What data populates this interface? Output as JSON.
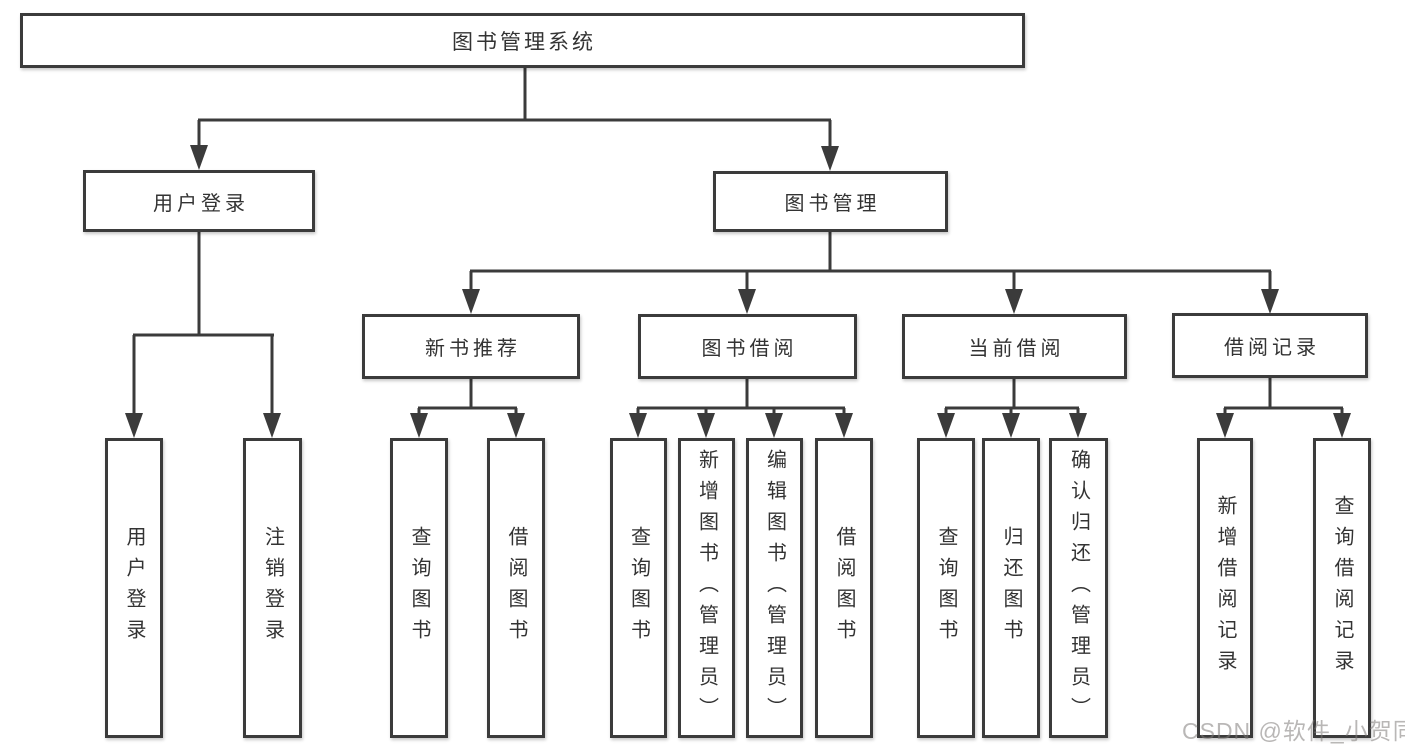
{
  "diagram": {
    "root": {
      "label": "图书管理系统"
    },
    "level2": [
      {
        "label": "用户登录"
      },
      {
        "label": "图书管理"
      }
    ],
    "level3": [
      {
        "label": "新书推荐",
        "parent": "图书管理"
      },
      {
        "label": "图书借阅",
        "parent": "图书管理"
      },
      {
        "label": "当前借阅",
        "parent": "图书管理"
      },
      {
        "label": "借阅记录",
        "parent": "图书管理"
      }
    ],
    "leaves": [
      {
        "label": "用户登录",
        "parent": "用户登录"
      },
      {
        "label": "注销登录",
        "parent": "用户登录"
      },
      {
        "label": "查询图书",
        "parent": "新书推荐"
      },
      {
        "label": "借阅图书",
        "parent": "新书推荐"
      },
      {
        "label": "查询图书",
        "parent": "图书借阅"
      },
      {
        "label": "新增图书（管理员）",
        "parent": "图书借阅"
      },
      {
        "label": "编辑图书（管理员）",
        "parent": "图书借阅"
      },
      {
        "label": "借阅图书",
        "parent": "图书借阅"
      },
      {
        "label": "查询图书",
        "parent": "当前借阅"
      },
      {
        "label": "归还图书",
        "parent": "当前借阅"
      },
      {
        "label": "确认归还（管理员）",
        "parent": "当前借阅"
      },
      {
        "label": "新增借阅记录",
        "parent": "借阅记录"
      },
      {
        "label": "查询借阅记录",
        "parent": "借阅记录"
      }
    ]
  },
  "watermark": {
    "text": "CSDN @软件_小贺同学"
  },
  "colors": {
    "line": "#3b3b3b",
    "text": "#333333",
    "box_fill": "#ffffff",
    "background": "#ffffff",
    "watermark": "#b3afad"
  }
}
